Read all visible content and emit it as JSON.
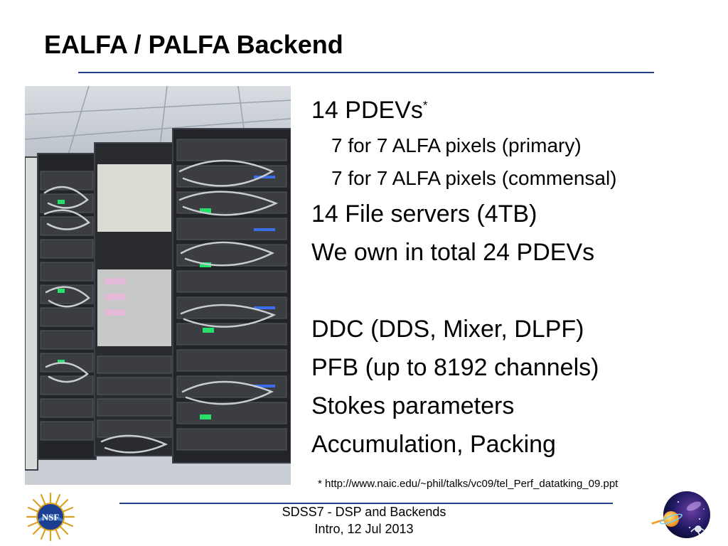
{
  "slide": {
    "title": "EALFA / PALFA Backend",
    "bullets": [
      {
        "text": "14 PDEVs",
        "sup": "*",
        "level": 1
      },
      {
        "text": "7 for 7 ALFA pixels (primary)",
        "level": 2
      },
      {
        "text": "7 for 7 ALFA pixels (commensal)",
        "level": 2
      },
      {
        "text": "14 File servers (4TB)",
        "level": 1
      },
      {
        "text": "We own in total 24 PDEVs",
        "level": 1
      },
      {
        "text": "DDC (DDS, Mixer, DLPF)",
        "level": 1
      },
      {
        "text": "PFB (up to 8192 channels)",
        "level": 1
      },
      {
        "text": "Stokes parameters",
        "level": 1
      },
      {
        "text": "Accumulation, Packing",
        "level": 1
      }
    ],
    "footnote": "* http://www.naic.edu/~phil/talks/vc09/tel_Perf_datatking_09.ppt",
    "footer": {
      "line1": "SDSS7 - DSP and Backends",
      "line2": "Intro, 12 Jul 2013"
    },
    "logos": {
      "left": "NSF",
      "right": "astronomy-emblem-icon"
    },
    "colors": {
      "rule": "#1f3f8f",
      "text": "#000000"
    }
  }
}
